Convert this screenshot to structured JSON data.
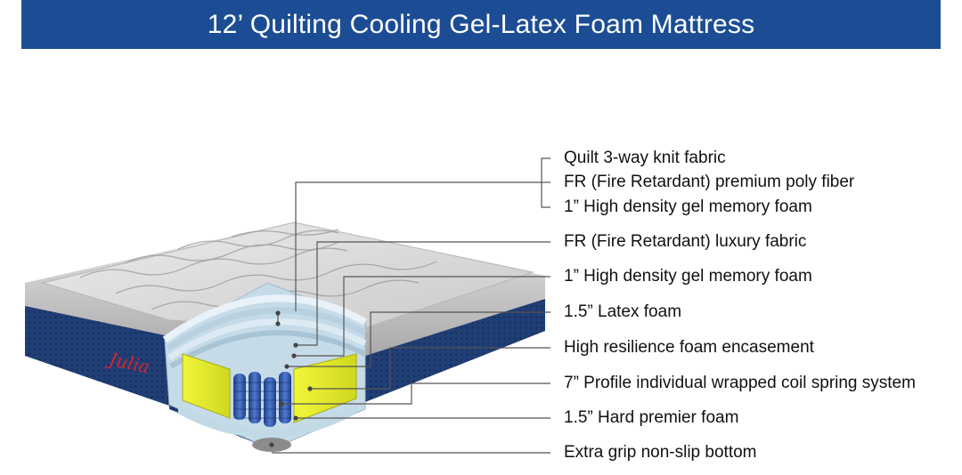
{
  "header": {
    "title": "12’ Quilting Cooling Gel-Latex Foam Mattress",
    "background_color": "#1c4d94"
  },
  "mattress": {
    "brand_name": "Julia",
    "colors": {
      "quilt_top": "#d9d9d9",
      "side_panel": "#1b3f7a",
      "latex_foam": "#e3ec2a",
      "coil_springs": "#2e54a6",
      "layers": "#cfe3ee"
    }
  },
  "layers": [
    {
      "id": "quilt-3way-knit",
      "label": "Quilt 3-way knit fabric"
    },
    {
      "id": "fr-poly-fiber",
      "label": "FR (Fire Retardant) premium poly fiber"
    },
    {
      "id": "gel-memory-foam-top",
      "label": "1” High density gel memory foam"
    },
    {
      "id": "fr-luxury-fabric",
      "label": "FR (Fire Retardant) luxury fabric"
    },
    {
      "id": "gel-memory-foam",
      "label": "1” High density gel memory foam"
    },
    {
      "id": "latex-foam",
      "label": "1.5” Latex foam"
    },
    {
      "id": "hr-foam-encasement",
      "label": "High resilience foam encasement"
    },
    {
      "id": "coil-spring-system",
      "label": "7” Profile individual wrapped coil spring system"
    },
    {
      "id": "hard-premier-foam",
      "label": "1.5” Hard premier foam"
    },
    {
      "id": "non-slip-bottom",
      "label": "Extra grip non-slip bottom"
    }
  ]
}
